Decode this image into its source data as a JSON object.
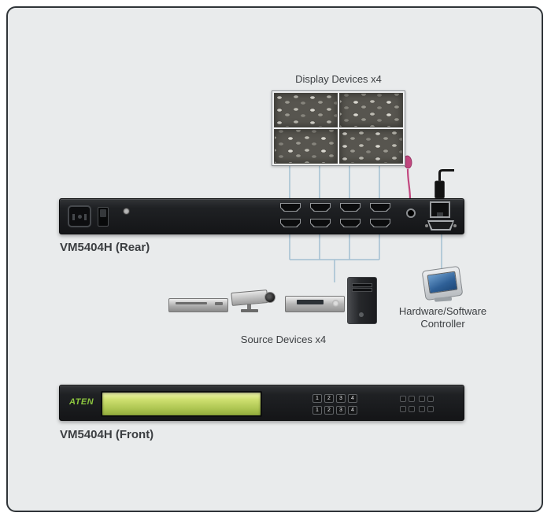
{
  "display_wall": {
    "label": "Display Devices x4"
  },
  "rear_panel": {
    "label": "VM5404H (Rear)"
  },
  "source_devices": {
    "label": "Source Devices x4"
  },
  "controller": {
    "label_line1": "Hardware/Software",
    "label_line2": "Controller"
  },
  "front_panel": {
    "label": "VM5404H (Front)",
    "brand": "ATEN",
    "buttons_row1": [
      "1",
      "2",
      "3",
      "4"
    ],
    "buttons_row2": [
      "1",
      "2",
      "3",
      "4"
    ]
  },
  "icons": {
    "video-wall-icon": "css-grid-of-traffic-panels",
    "power-inlet-icon": "css-shape",
    "power-switch-icon": "css-shape",
    "hdmi-port-icon": "css-trapezoid",
    "ir-jack-icon": "css-circle",
    "ir-receiver-icon": "pink-teardrop-cable",
    "ethernet-cable-icon": "black-plug-cable",
    "ethernet-port-icon": "css-shape",
    "serial-db9-port-icon": "css-trapezoid",
    "dvd-player-icon": "css-shape",
    "cctv-camera-icon": "css-shape",
    "av-receiver-icon": "css-shape",
    "pc-tower-icon": "css-shape",
    "controller-device-icon": "css-shape",
    "lcd-display-icon": "green-gradient-rect"
  },
  "colors": {
    "background": "#e9ebec",
    "frame_border": "#2f3438",
    "panel_black": "#1f2124",
    "connection_line": "#a3c0d2",
    "lcd_green": "#a9c24e",
    "brand_green": "#8dc63f",
    "ir_pink": "#c2477f"
  }
}
